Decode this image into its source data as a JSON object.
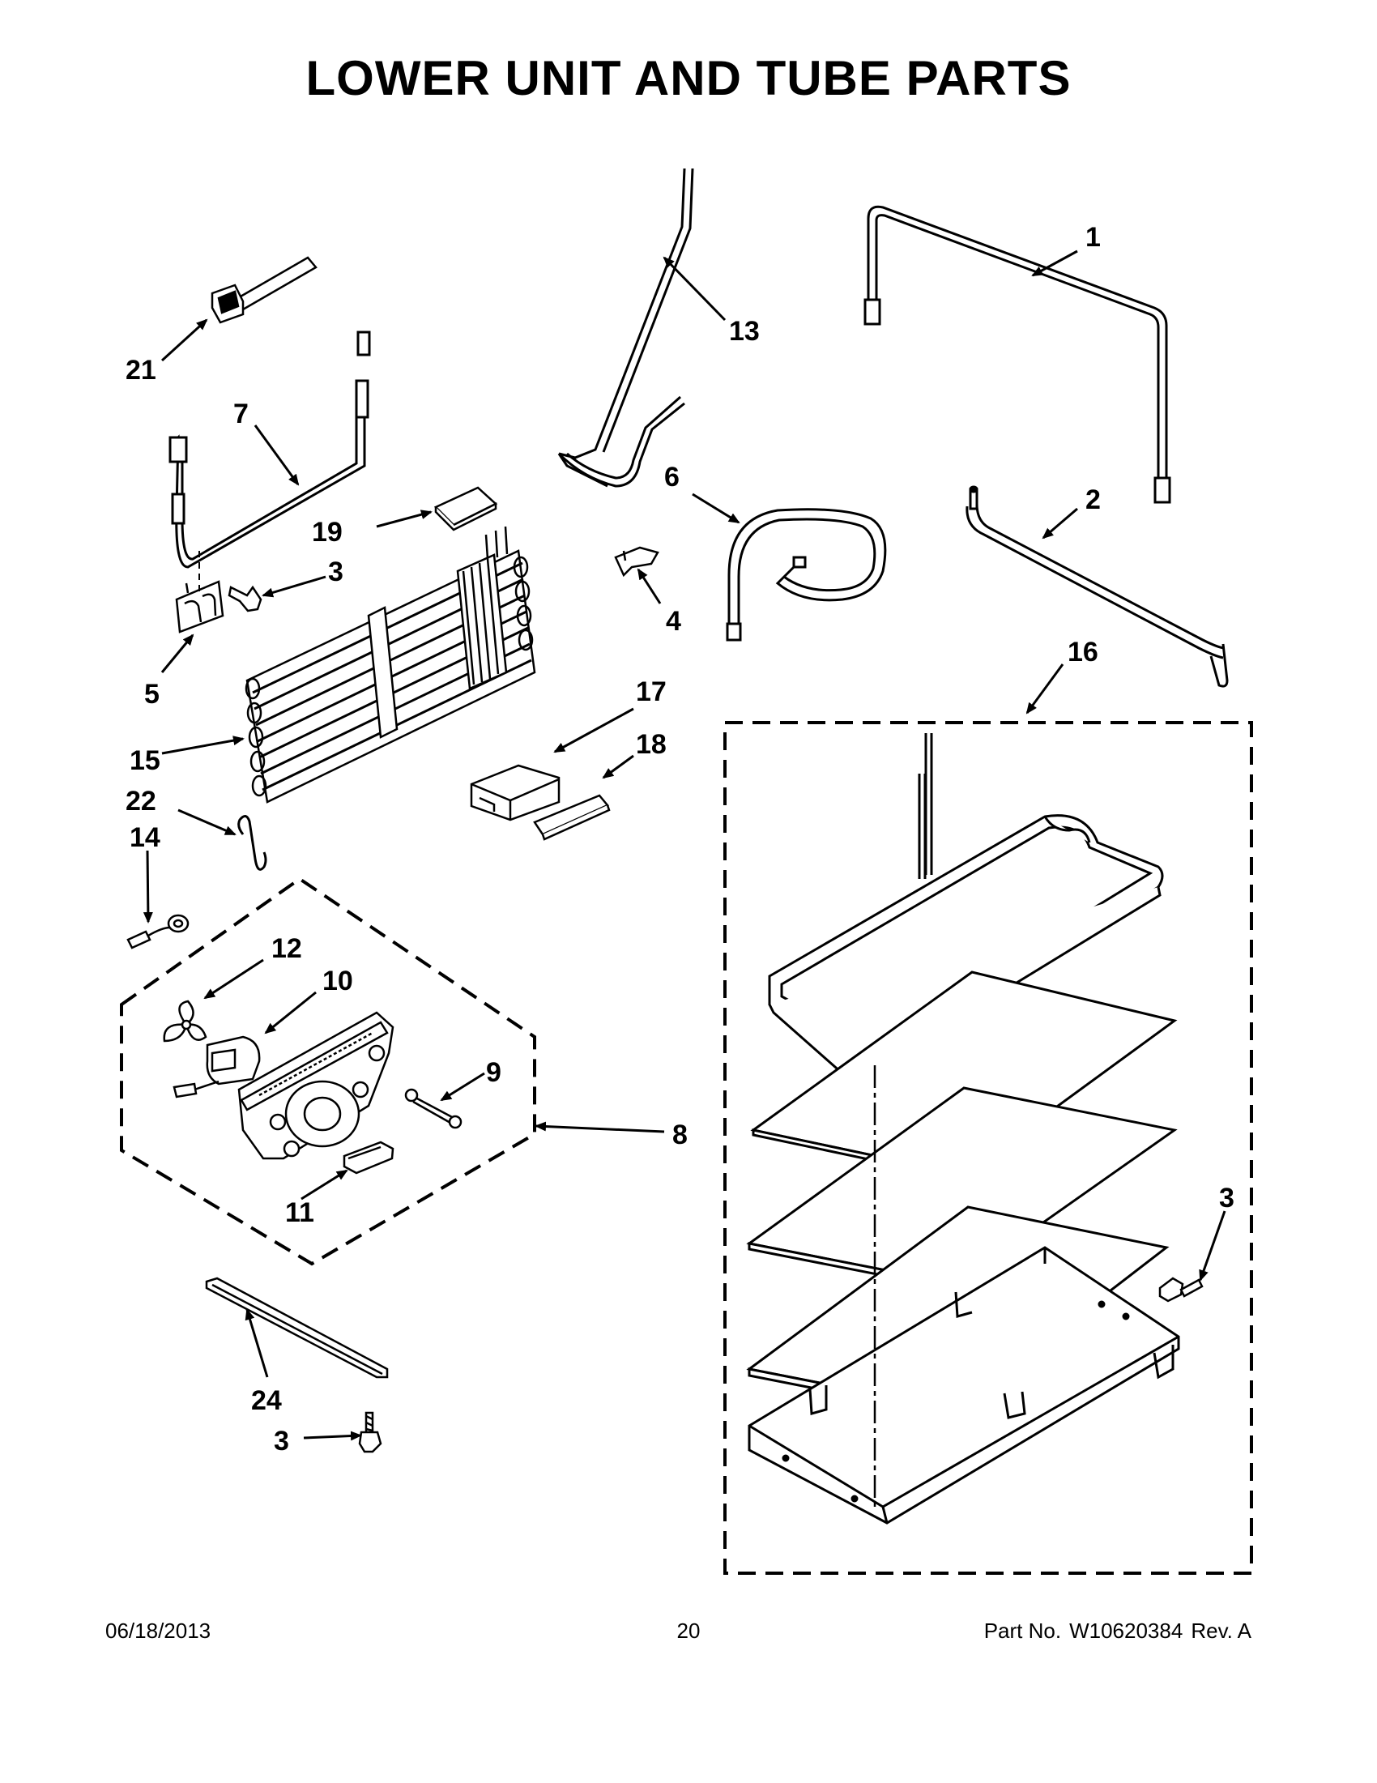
{
  "page": {
    "title": "LOWER UNIT AND TUBE PARTS"
  },
  "callouts": {
    "c1": "1",
    "c2": "2",
    "c3a": "3",
    "c3b": "3",
    "c3c": "3",
    "c4": "4",
    "c5": "5",
    "c6": "6",
    "c7": "7",
    "c8": "8",
    "c9": "9",
    "c10": "10",
    "c11": "11",
    "c12": "12",
    "c13": "13",
    "c14": "14",
    "c15": "15",
    "c16": "16",
    "c17": "17",
    "c18": "18",
    "c19": "19",
    "c21": "21",
    "c22": "22",
    "c24": "24"
  },
  "footer": {
    "date": "06/18/2013",
    "page_number": "20",
    "part_no_label": "Part No.",
    "part_no": "W10620384",
    "revision": "Rev.  A"
  }
}
